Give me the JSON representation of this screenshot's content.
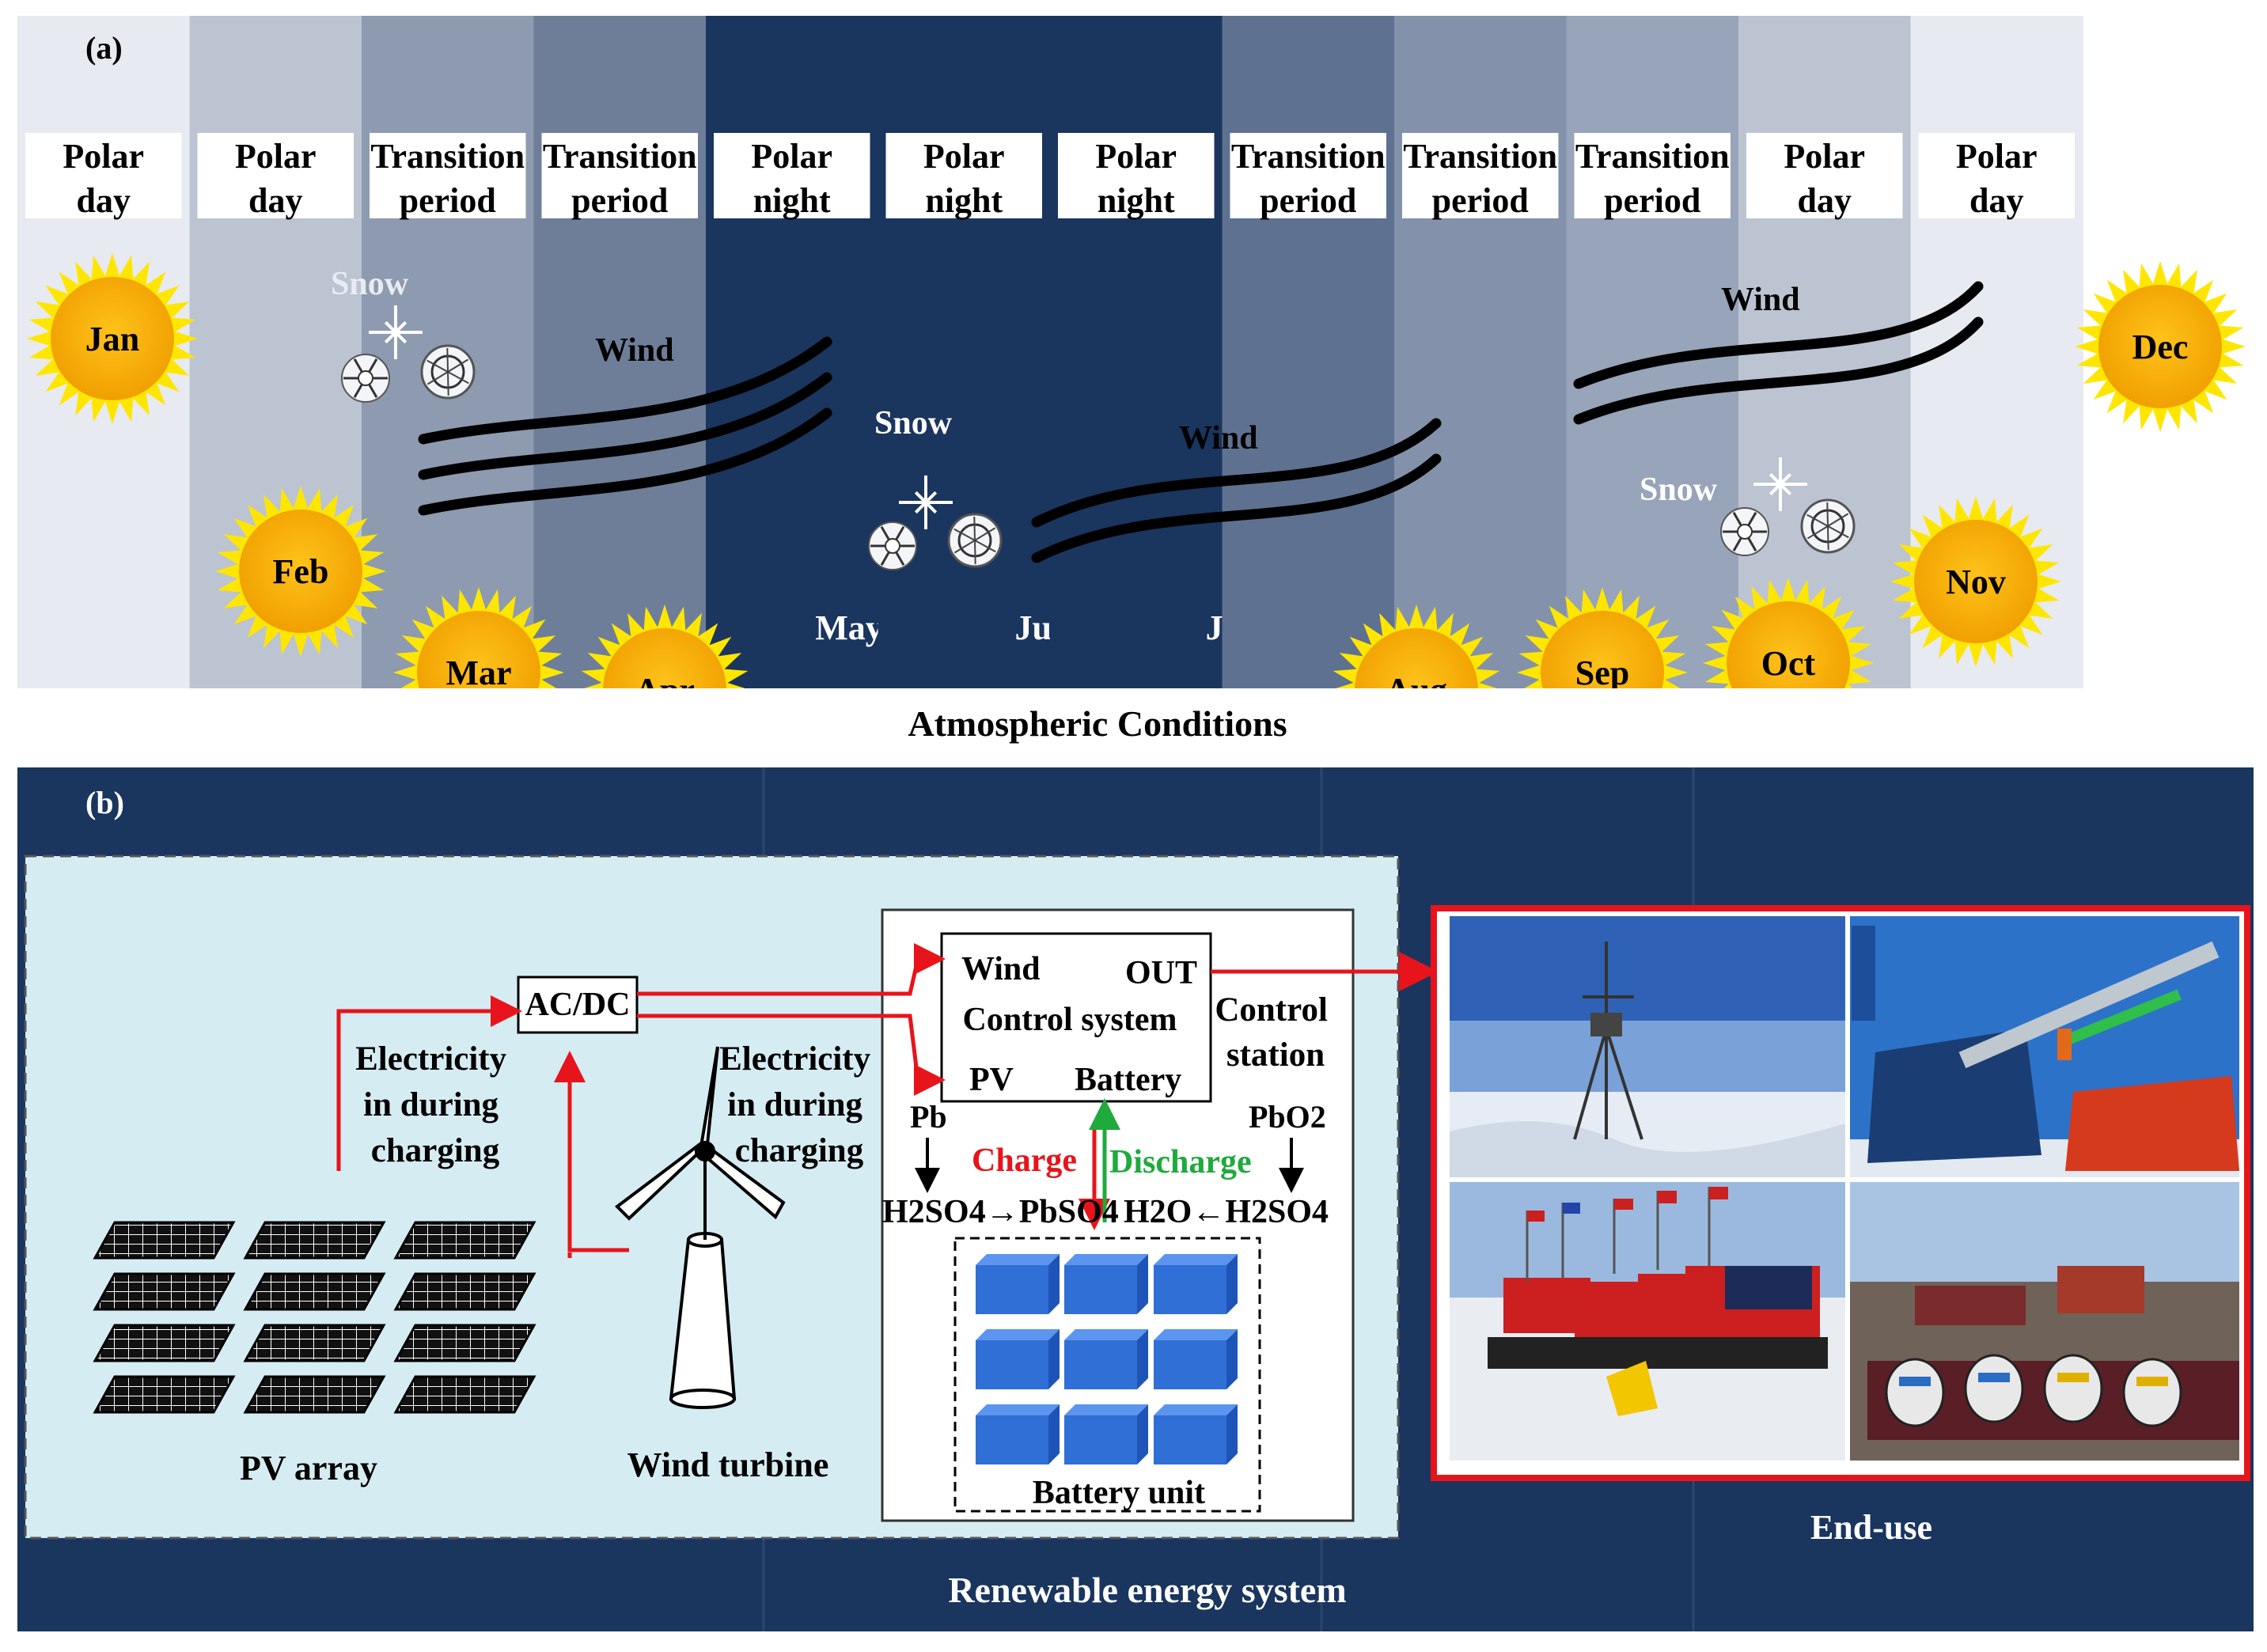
{
  "panel_a": {
    "tag": "(a)",
    "caption": "Atmospheric Conditions",
    "months": [
      {
        "month": "Jan",
        "line1": "Polar",
        "line2": "day",
        "shade": "#e7eaf0",
        "sun": true
      },
      {
        "month": "Feb",
        "line1": "Polar",
        "line2": "day",
        "shade": "#bcc4d1",
        "sun": true
      },
      {
        "month": "Mar",
        "line1": "Transition",
        "line2": "period",
        "shade": "#8d9ab0",
        "sun": true
      },
      {
        "month": "Apr",
        "line1": "Transition",
        "line2": "period",
        "shade": "#6e7e99",
        "sun": true
      },
      {
        "month": "May",
        "line1": "Polar",
        "line2": "night",
        "shade": "#1a355e",
        "sun": false
      },
      {
        "month": "Jun",
        "line1": "Polar",
        "line2": "night",
        "shade": "#1a355e",
        "sun": false
      },
      {
        "month": "Jul",
        "line1": "Polar",
        "line2": "night",
        "shade": "#1a355e",
        "sun": false
      },
      {
        "month": "Aug",
        "line1": "Transition",
        "line2": "period",
        "shade": "#5e7190",
        "sun": true
      },
      {
        "month": "Sep",
        "line1": "Transition",
        "line2": "period",
        "shade": "#8392aa",
        "sun": true
      },
      {
        "month": "Oct",
        "line1": "Transition",
        "line2": "period",
        "shade": "#97a4b9",
        "sun": true
      },
      {
        "month": "Nov",
        "line1": "Polar",
        "line2": "day",
        "shade": "#bcc4d1",
        "sun": true
      },
      {
        "month": "Dec",
        "line1": "Polar",
        "line2": "day",
        "shade": "#e7eaf0",
        "sun": true
      }
    ],
    "weather_labels": {
      "snow1": "Snow",
      "wind1": "Wind",
      "snow2": "Snow",
      "wind2": "Wind",
      "wind3": "Wind",
      "snow3": "Snow"
    },
    "colors": {
      "sun": "#f7b500",
      "sun_rays": "#ffe600",
      "night": "#1a355e"
    }
  },
  "panel_b": {
    "tag": "(b)",
    "caption": "Renewable energy system",
    "enduse_caption": "End-use",
    "pv_array_label": "PV array",
    "wind_turbine_label": "Wind turbine",
    "acdc_label": "AC/DC",
    "electricity_pv": [
      "Electricity",
      "in during",
      "charging"
    ],
    "electricity_wind": [
      "Electricity",
      "in during",
      "charging"
    ],
    "control": {
      "wind": "Wind",
      "out": "OUT",
      "system": "Control system",
      "pv": "PV",
      "battery": "Battery"
    },
    "control_station": [
      "Control",
      "station"
    ],
    "chem": {
      "pb": "Pb",
      "pbo2": "PbO2",
      "left_eq": "H2SO4→PbSO4",
      "right_eq": "H2O←H2SO4",
      "charge": "Charge",
      "discharge": "Discharge"
    },
    "battery_unit_label": "Battery unit",
    "colors": {
      "background": "#1a355e",
      "system_box": "#d6ecf3",
      "battery": "#2f6fd6",
      "arrow_red": "#e8141b",
      "arrow_green": "#1faa3c"
    }
  }
}
